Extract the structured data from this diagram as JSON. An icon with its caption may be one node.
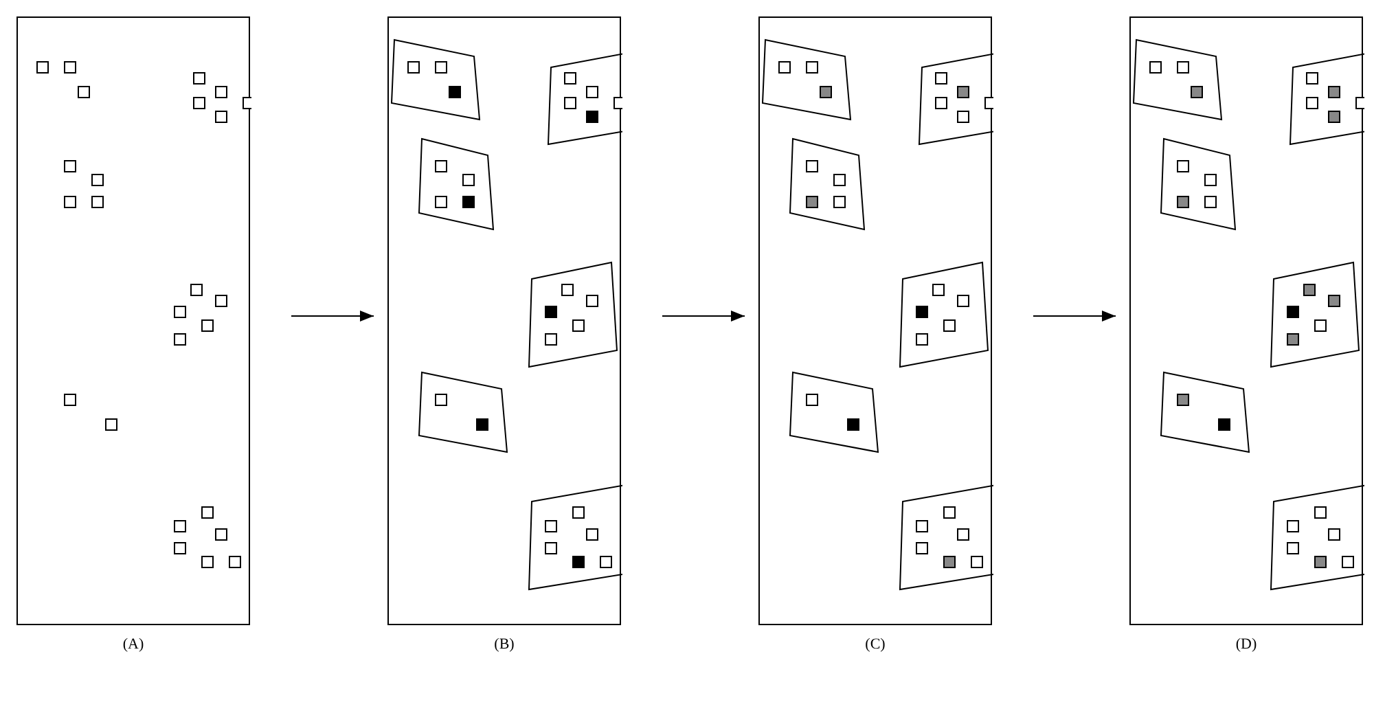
{
  "diagram": {
    "nodes": [
      {
        "text": [],
        "shape": "box",
        "beside": [
          "(A)"
        ]
      },
      {
        "text": [],
        "shape": "box",
        "beside": [
          "(B)"
        ]
      },
      {
        "text": [],
        "shape": "box",
        "beside": [
          "(C)"
        ]
      },
      {
        "text": [],
        "shape": "box",
        "beside": [
          "(D)"
        ]
      }
    ],
    "edges": [
      {
        "from": 0,
        "to": 1,
        "arrow": "to"
      },
      {
        "from": 1,
        "to": 2,
        "arrow": "to"
      },
      {
        "from": 2,
        "to": 3,
        "arrow": "to"
      }
    ]
  }
}
